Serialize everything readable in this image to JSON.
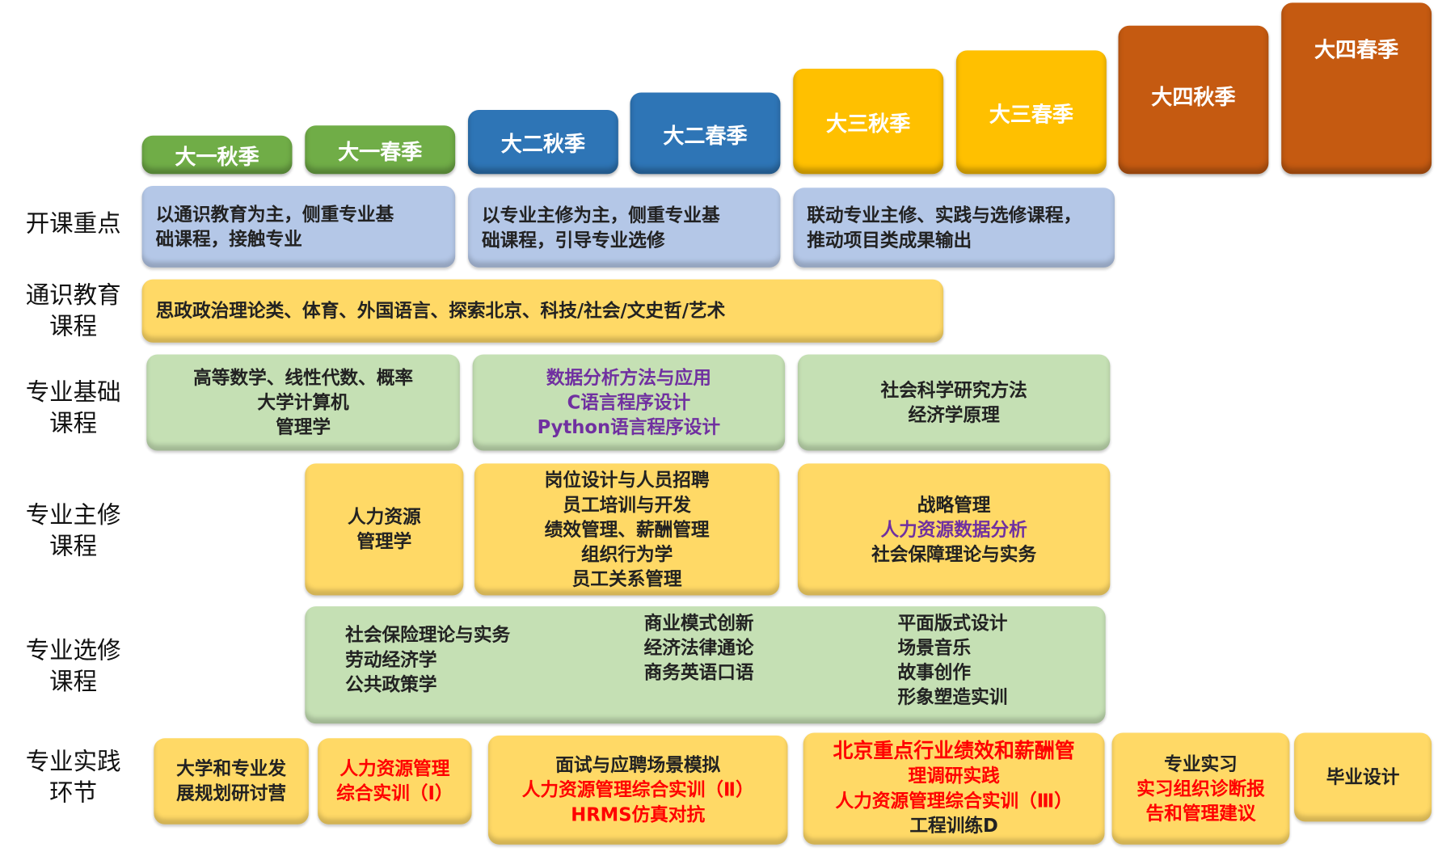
{
  "semesters": [
    "大一秋季",
    "大一春季",
    "大二秋季",
    "大二春季",
    "大三秋季",
    "大三春季",
    "大四秋季",
    "大四春季"
  ],
  "row_labels": {
    "focus": [
      "开课重点"
    ],
    "general": [
      "通识教育",
      "课程"
    ],
    "foundation": [
      "专业基础",
      "课程"
    ],
    "core": [
      "专业主修",
      "课程"
    ],
    "elective": [
      "专业选修",
      "课程"
    ],
    "practice": [
      "专业实践",
      "环节"
    ]
  },
  "focus": [
    [
      "以通识教育为主，侧重专业基",
      "础课程，接触专业"
    ],
    [
      "以专业主修为主，侧重专业基",
      "础课程，引导专业选修"
    ],
    [
      "联动专业主修、实践与选修课程，",
      "推动项目类成果输出"
    ]
  ],
  "general": "思政政治理论类、体育、外国语言、探索北京、科技/社会/文史哲/艺术",
  "foundation": [
    [
      "高等数学、线性代数、概率",
      "大学计算机",
      "管理学"
    ],
    [
      "数据分析方法与应用",
      "C语言程序设计",
      "Python语言程序设计"
    ],
    [
      "社会科学研究方法",
      "经济学原理"
    ]
  ],
  "core": [
    [
      "人力资源",
      "管理学"
    ],
    [
      "岗位设计与人员招聘",
      "员工培训与开发",
      "绩效管理、薪酬管理",
      "组织行为学",
      "员工关系管理"
    ],
    [
      "战略管理",
      "人力资源数据分析",
      "社会保障理论与实务"
    ]
  ],
  "elective": [
    [
      "社会保险理论与实务",
      "劳动经济学",
      "公共政策学"
    ],
    [
      "商业模式创新",
      "经济法律通论",
      "商务英语口语"
    ],
    [
      "平面版式设计",
      "场景音乐",
      "故事创作",
      "形象塑造实训"
    ]
  ],
  "practice": [
    [
      "大学和专业发",
      "展规划研讨营"
    ],
    [
      "人力资源管理",
      "综合实训（Ⅰ）"
    ],
    [
      "面试与应聘场景模拟",
      "人力资源管理综合实训（Ⅱ）",
      "HRMS仿真对抗"
    ],
    [
      "北京重点行业绩效和薪酬管",
      "理调研实践",
      "人力资源管理综合实训（Ⅲ）",
      "工程训练D"
    ],
    [
      "专业实习",
      "实习组织诊断报",
      "告和管理建议"
    ],
    [
      "毕业设计"
    ]
  ],
  "colors": {
    "year1": "#70AD47",
    "year2": "#2E75B6",
    "year3": "#FFC000",
    "year4": "#C55A11",
    "highlight_purple": "#7030A0",
    "highlight_red": "#FF0000"
  }
}
